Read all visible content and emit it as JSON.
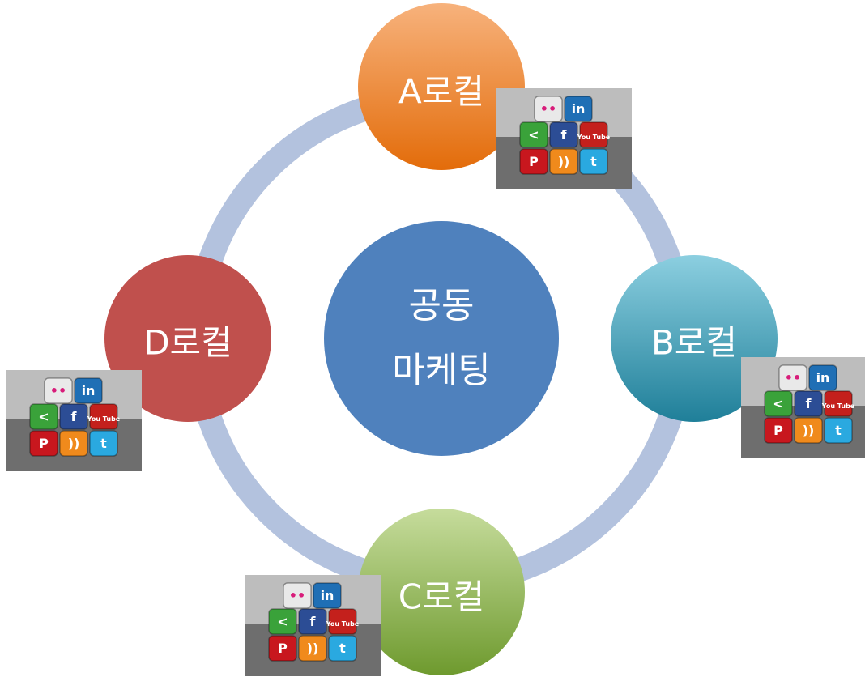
{
  "center": {
    "line1": "공동",
    "line2": "마케팅",
    "color": "#4f81bd"
  },
  "ring_color": "#b3c2de",
  "nodes": [
    {
      "id": "a",
      "label": "A로컬",
      "color_top": "#f7b27c",
      "color_bottom": "#e36c0a"
    },
    {
      "id": "b",
      "label": "B로컬",
      "color_top": "#8ccfe0",
      "color_bottom": "#1f7f99"
    },
    {
      "id": "c",
      "label": "C로컬",
      "color_top": "#c6dc9c",
      "color_bottom": "#6e9a2e"
    },
    {
      "id": "d",
      "label": "D로컬",
      "color_top": "#c0504d",
      "color_bottom": "#c0504d"
    }
  ],
  "social_icons": [
    {
      "name": "flickr-icon",
      "glyph": "••",
      "color": "#e9e9e9"
    },
    {
      "name": "linkedin-icon",
      "glyph": "in",
      "color": "#1f6fb5"
    },
    {
      "name": "share-icon",
      "glyph": "<",
      "color": "#3aa23a"
    },
    {
      "name": "facebook-icon",
      "glyph": "f",
      "color": "#2c4d95"
    },
    {
      "name": "youtube-icon",
      "glyph": "You Tube",
      "color": "#c4201c"
    },
    {
      "name": "pinterest-icon",
      "glyph": "P",
      "color": "#c8171e"
    },
    {
      "name": "rss-icon",
      "glyph": "))",
      "color": "#f08a1c"
    },
    {
      "name": "twitter-icon",
      "glyph": "t",
      "color": "#2aa9e0"
    }
  ]
}
